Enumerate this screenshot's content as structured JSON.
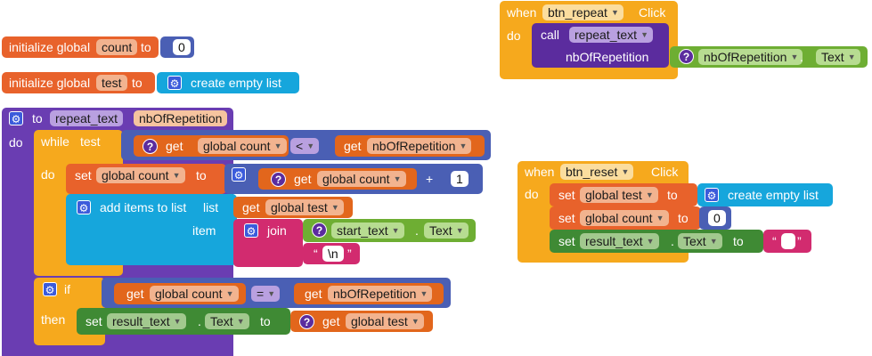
{
  "init_count": {
    "label": "initialize global",
    "name": "count",
    "to": "to",
    "value": "0"
  },
  "init_test": {
    "label": "initialize global",
    "name": "test",
    "to": "to",
    "value": "create empty list"
  },
  "repeat_proc": {
    "to": "to",
    "name": "repeat_text",
    "param": "nbOfRepetition",
    "do": "do",
    "while": {
      "label": "while",
      "test": "test",
      "get1": "get",
      "var1": "global count",
      "op": "<",
      "get2": "get",
      "var2": "nbOfRepetition"
    },
    "do2": "do",
    "set_count": {
      "set": "set",
      "var": "global count",
      "to": "to",
      "get": "get",
      "getvar": "global count",
      "plus": "+",
      "num": "1"
    },
    "add_items": {
      "label": "add items to list",
      "list": "list",
      "get": "get",
      "listvar": "global test",
      "item": "item",
      "join": "join",
      "text_var": "start_text",
      "dot": ".",
      "prop": "Text",
      "newline": "\\n",
      "quote_open": "“",
      "quote_close": "”"
    },
    "if": {
      "label": "if",
      "get1": "get",
      "var1": "global count",
      "op": "=",
      "get2": "get",
      "var2": "nbOfRepetition",
      "then": "then"
    },
    "set_result": {
      "set": "set",
      "comp": "result_text",
      "dot": ".",
      "prop": "Text",
      "to": "to",
      "get": "get",
      "getvar": "global test"
    }
  },
  "when_repeat": {
    "when": "when",
    "component": "btn_repeat",
    "event": "Click",
    "do": "do",
    "call": "call",
    "proc": "repeat_text",
    "param": "nbOfRepetition",
    "arg_comp": "nbOfRepetition",
    "dot": ".",
    "prop": "Text"
  },
  "when_reset": {
    "when": "when",
    "component": "btn_reset",
    "event": "Click",
    "do": "do",
    "set1": {
      "set": "set",
      "var": "global test",
      "to": "to",
      "value": "create empty list"
    },
    "set2": {
      "set": "set",
      "var": "global count",
      "to": "to",
      "value": "0"
    },
    "set3": {
      "set": "set",
      "comp": "result_text",
      "dot": ".",
      "prop": "Text",
      "to": "to",
      "quote_open": "“",
      "quote_close": "”"
    }
  }
}
